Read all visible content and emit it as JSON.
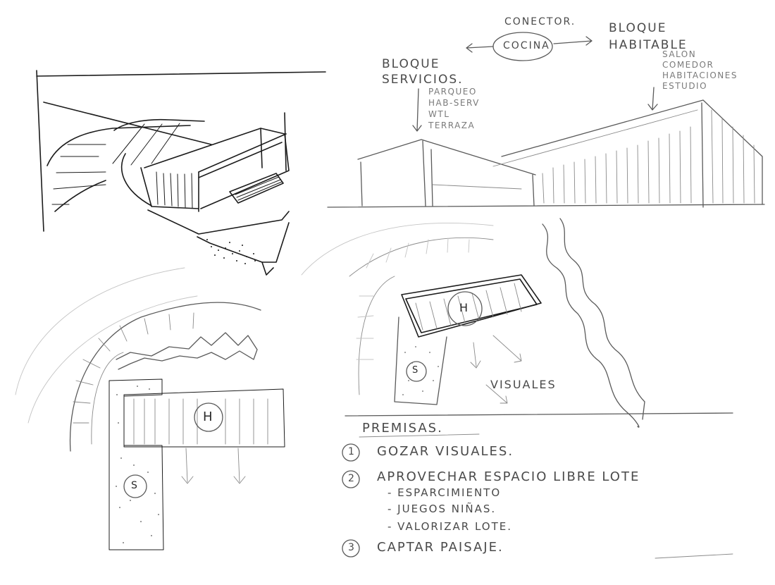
{
  "diagram": {
    "elevation_labels": {
      "conector": "CONECTOR.",
      "cocina": "COCINA",
      "bloque_servicios": "BLOQUE\nSERVICIOS.",
      "servicios_items": "Parqueo\nHAB-SERV\nWTL\nTERRAZA",
      "bloque_habitable": "BLOQUE\nHABITABLE",
      "habitable_items": "SALON\nCOMEDOR\nHABITACIONES\nESTUDIO"
    },
    "plan_labels": {
      "h_block_small": "H",
      "s_block_small": "S",
      "h_block_large": "H",
      "s_block_large": "S",
      "visuales": "VISUALES"
    },
    "premisas": {
      "title": "PREMISAS.",
      "items": [
        {
          "number": "1",
          "text": "GOZAR VISUALES."
        },
        {
          "number": "2",
          "text": "APROVECHAR ESPACIO LIBRE LOTE"
        },
        {
          "number": "3",
          "text": "CAPTAR PAISAJE."
        }
      ],
      "subitems": [
        "- ESPARCIMIENTO",
        "- JUEGOS NIÑAS.",
        "- VALORIZAR LOTE."
      ]
    }
  }
}
